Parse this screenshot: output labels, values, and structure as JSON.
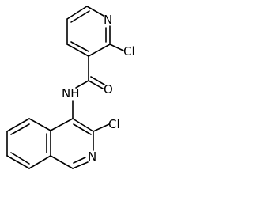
{
  "structure": {
    "atom_labels": {
      "pyridine_n": "N",
      "pyridine_cl": "Cl",
      "carbonyl_o": "O",
      "amide_nh": "NH",
      "isoquinoline_cl": "Cl",
      "isoquinoline_n": "N"
    }
  }
}
